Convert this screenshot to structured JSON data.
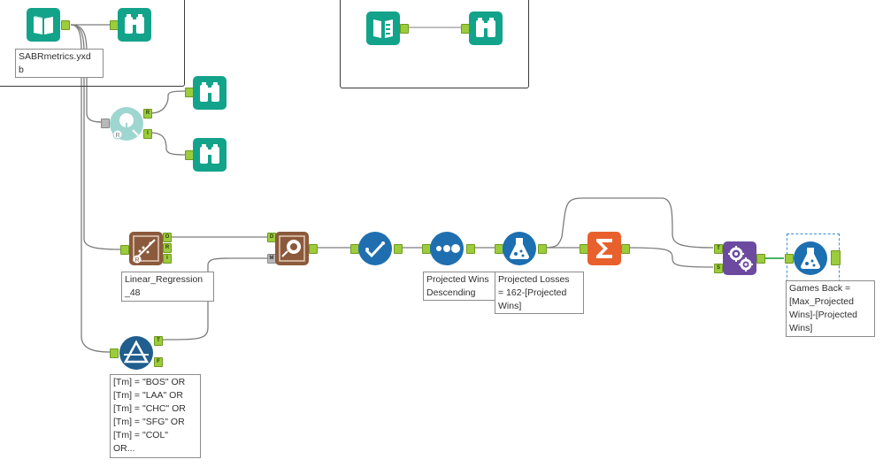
{
  "tools": {
    "input": {
      "annotation": "SABRmetrics.yxd\nb"
    },
    "linear_regression": {
      "annotation": "Linear_Regression\n_48"
    },
    "filter": {
      "annotation": "[Tm] = \"BOS\" OR\n[Tm] = \"LAA\" OR\n[Tm] = \"CHC\" OR\n[Tm] = \"SFG\" OR\n[Tm] = \"COL\"\nOR..."
    },
    "sort": {
      "annotation": "Projected Wins\nDescending"
    },
    "formula_losses": {
      "annotation": "Projected Losses\n= 162-[Projected\nWins]"
    },
    "formula_games_back": {
      "annotation": "Games Back =\n[Max_Projected\nWins]-[Projected\nWins]"
    }
  },
  "anchors": {
    "output": "R",
    "input": "I",
    "true": "T",
    "false": "F",
    "data": "D",
    "model": "M",
    "object": "O",
    "target": "T",
    "source": "S"
  },
  "colors": {
    "output_teal": "#12a38a",
    "regression_brown": "#8b5a3c",
    "filter_blue": "#1f5e8e",
    "formula_blue": "#1c6fb0",
    "summarize_orange": "#e8602c",
    "append_purple": "#6b4aa0",
    "anchor_green": "#9ccc3c",
    "connector_gray": "#7c7c7c"
  },
  "icons": {
    "input": "book-icon",
    "browse": "binoculars-icon",
    "score": "tree-magnifier-icon",
    "regression": "regression-icon",
    "score_model": "score-icon",
    "select": "checkmark-icon",
    "sort": "dots-icon",
    "formula": "flask-icon",
    "summarize": "sigma-icon",
    "append": "gears-icon",
    "filter": "filter-triangle-icon"
  }
}
